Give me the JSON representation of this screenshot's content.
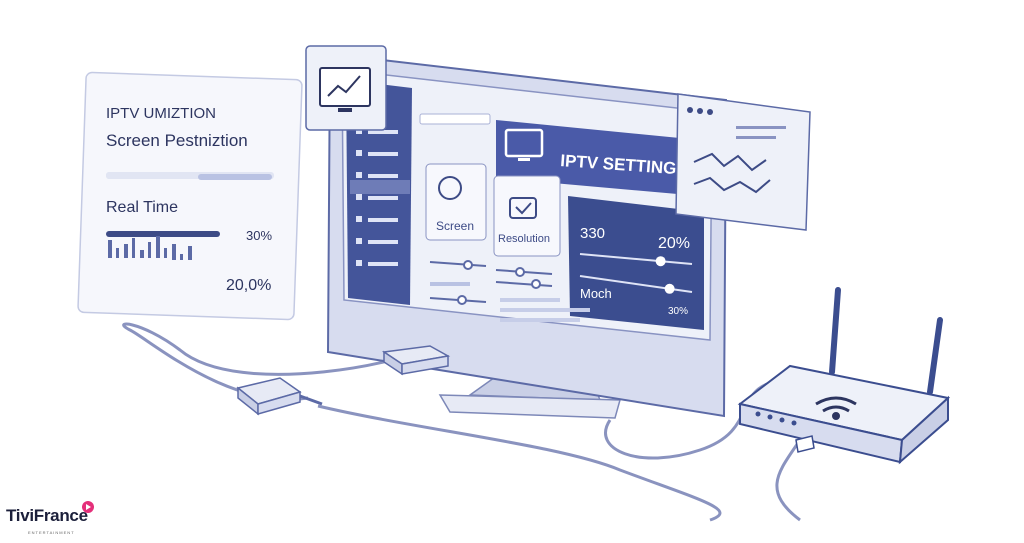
{
  "info_card": {
    "title": "IPTV UMIZTION",
    "subtitle": "Screen Pestniztion",
    "realtime_label": "Real Time",
    "pct_top": "30%",
    "pct_bottom": "20,0%",
    "top_bar_level": 0.55,
    "mid_bar_level": 0.6
  },
  "monitor": {
    "header_title": "IPTV SETTINGS",
    "card_screen_label": "Screen",
    "card_resolution_label": "Resolution",
    "panel_value_1": "330",
    "panel_value_2": "20%",
    "panel_label": "Moch",
    "panel_value_3": "30%",
    "slider_levels": {
      "panel_top": 0.72,
      "panel_bottom": 0.8
    }
  },
  "icons": {
    "trend_card": "monitor-chart-icon",
    "graph_card": "line-graph-icon",
    "router": "wifi-icon"
  },
  "brand": {
    "name": "TiviFrance",
    "tagline": "ENTERTAINMENT"
  },
  "colors": {
    "accent": "#4a5aa8",
    "navy": "#3b4d8f",
    "panel": "#dde3f3",
    "light": "#eef1f9",
    "stroke": "#5c6aa6",
    "brand_logo": "#e4307a"
  }
}
